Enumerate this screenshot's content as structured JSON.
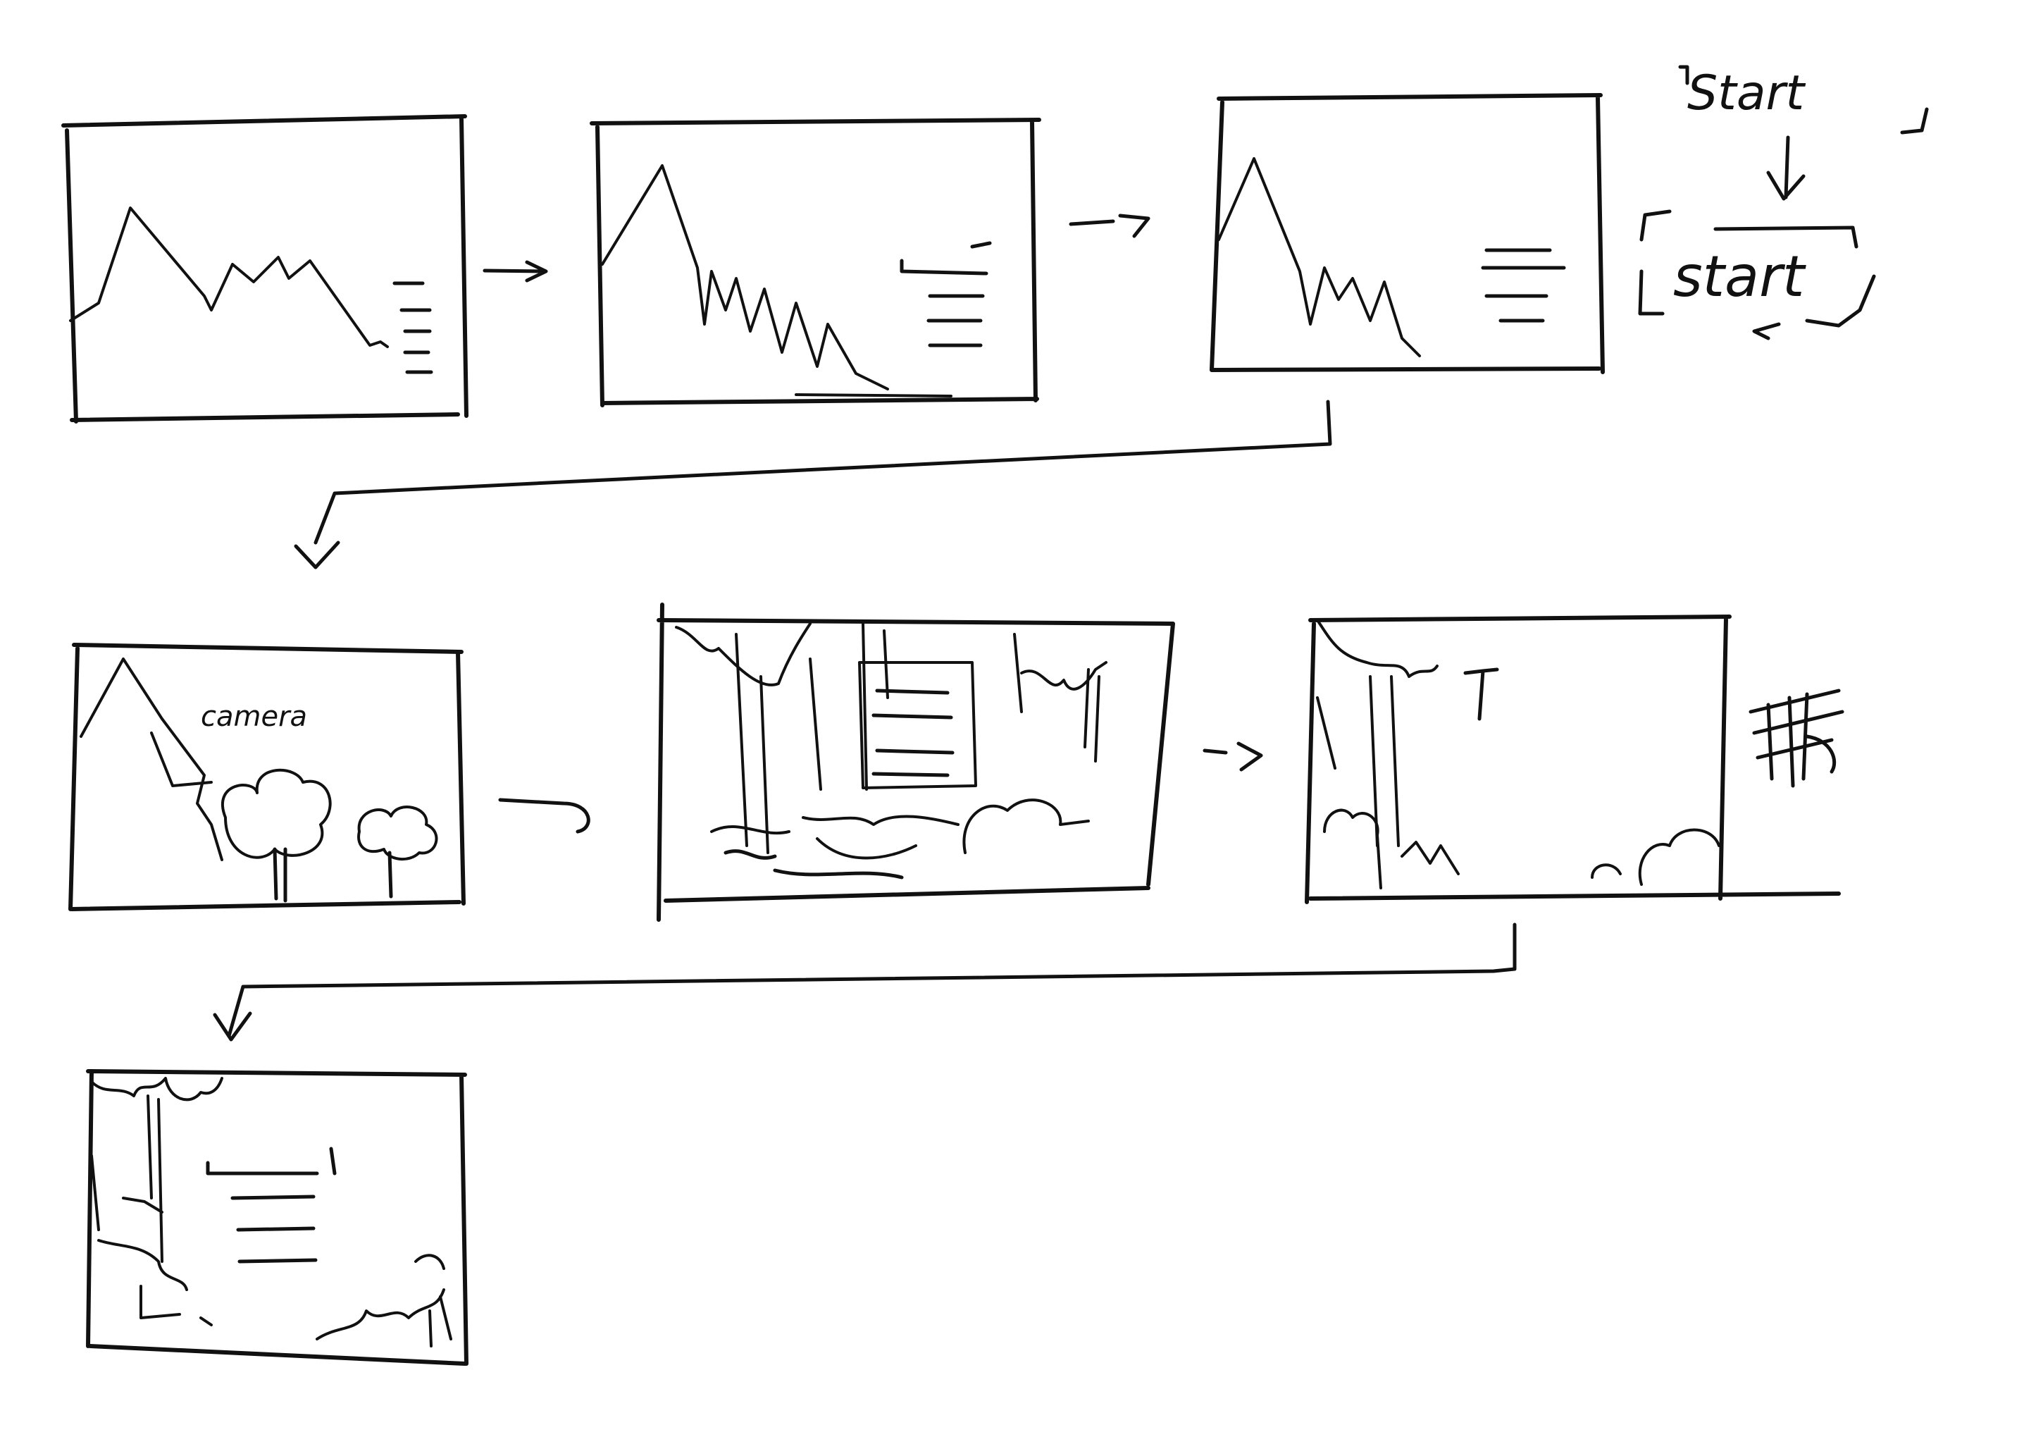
{
  "labels": {
    "start_title": "Start",
    "start_button": "start",
    "camera_note": "camera"
  },
  "colors": {
    "ink": "#111111",
    "paper": "#ffffff"
  },
  "frames": [
    {
      "name": "frame-1-title-mountains",
      "content": "mountain-range-with-menu"
    },
    {
      "name": "frame-2-mountains-menu-highlight",
      "content": "mountain-range-with-menu"
    },
    {
      "name": "frame-3-mountains-zoom",
      "content": "mountain-range-with-menu"
    },
    {
      "name": "frame-4-camera-pan-to-trees",
      "content": "mountain-and-trees"
    },
    {
      "name": "frame-5-forest-menu",
      "content": "forest-with-menu-panel"
    },
    {
      "name": "frame-6-forest-edge",
      "content": "forest-edge"
    },
    {
      "name": "frame-7-forest-menu-final",
      "content": "forest-with-menu"
    }
  ]
}
